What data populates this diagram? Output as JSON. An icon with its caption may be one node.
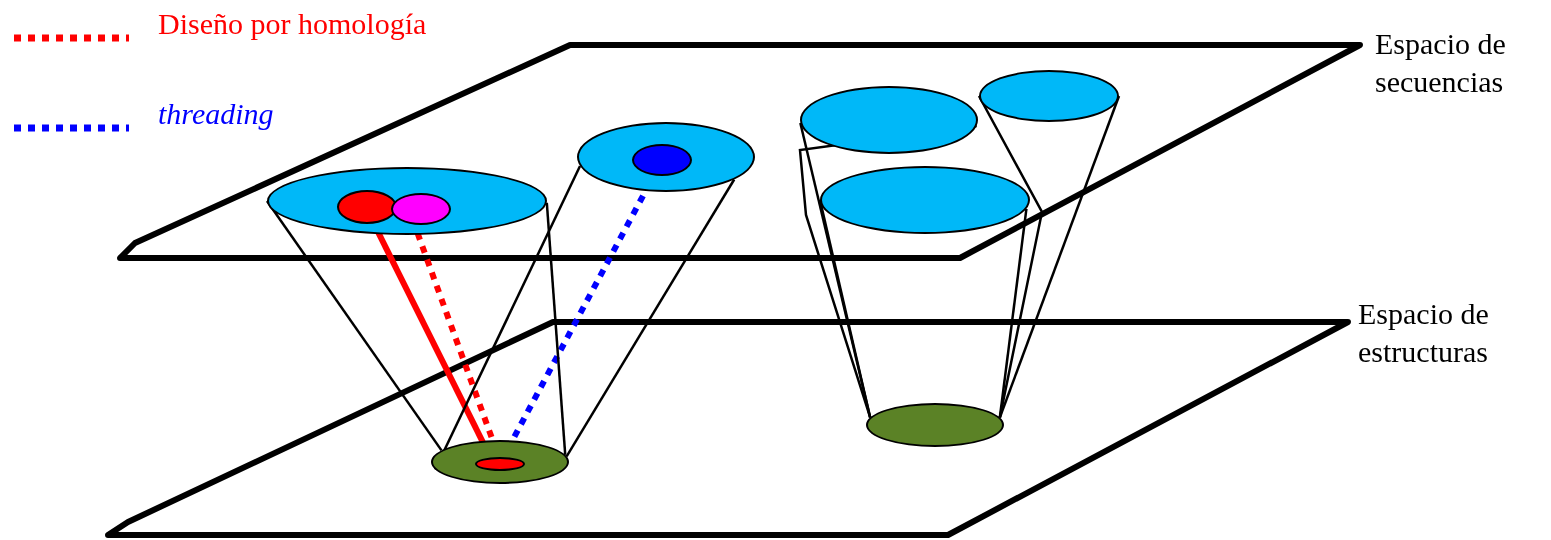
{
  "diagram": {
    "nodes": [
      {
        "text": [
          "Espacio de secuencias"
        ]
      },
      {
        "text": [
          "Espacio de estructuras"
        ]
      },
      {
        "text": [],
        "shape": "circle",
        "in": 0
      },
      {
        "text": [],
        "shape": "circle",
        "in": 2
      },
      {
        "text": [],
        "shape": "circle",
        "in": 2
      },
      {
        "text": [],
        "shape": "circle",
        "in": 0
      },
      {
        "text": [],
        "shape": "circle",
        "in": 5
      },
      {
        "text": [],
        "shape": "circle",
        "in": 0
      },
      {
        "text": [],
        "shape": "circle",
        "in": 0
      },
      {
        "text": [],
        "shape": "circle",
        "in": 0
      },
      {
        "text": [],
        "shape": "circle",
        "in": 1
      },
      {
        "text": [],
        "shape": "circle",
        "in": 10
      },
      {
        "text": [],
        "shape": "circle",
        "in": 1
      }
    ],
    "edges": [
      {
        "from": 3,
        "to": 11,
        "arrow": "none",
        "style": "thick",
        "color": "#ff0000"
      },
      {
        "from": 4,
        "to": 11,
        "arrow": "none",
        "style": "dashed",
        "color": "#ff0000"
      },
      {
        "from": 6,
        "to": 11,
        "arrow": "none",
        "style": "dashed",
        "color": "#0000ff"
      },
      {
        "from": 2,
        "to": 10,
        "arrow": "none"
      },
      {
        "from": 2,
        "to": 10,
        "arrow": "none"
      },
      {
        "from": 5,
        "to": 10,
        "arrow": "none"
      },
      {
        "from": 5,
        "to": 10,
        "arrow": "none"
      },
      {
        "from": 7,
        "to": 12,
        "arrow": "none"
      },
      {
        "from": 7,
        "to": 12,
        "arrow": "none"
      },
      {
        "from": 8,
        "to": 12,
        "arrow": "none"
      },
      {
        "from": 8,
        "to": 12,
        "arrow": "none"
      },
      {
        "from": 9,
        "to": 12,
        "arrow": "none"
      },
      {
        "from": 9,
        "to": 12,
        "arrow": "none"
      }
    ],
    "legend": [
      {
        "text": "Diseño por homología"
      },
      {
        "text": "threading"
      }
    ]
  }
}
